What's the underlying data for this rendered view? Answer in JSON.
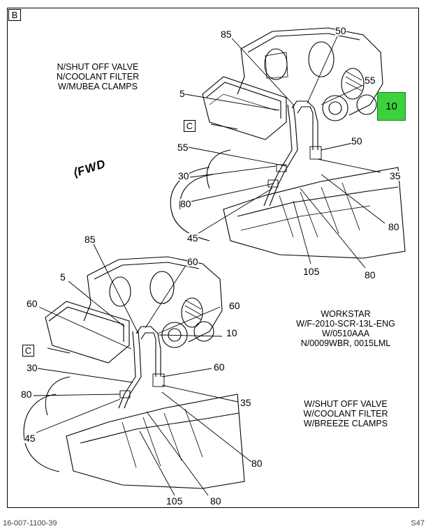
{
  "section_label": "B",
  "notes": {
    "top": [
      "N/SHUT OFF VALVE",
      "N/COOLANT FILTER",
      "W/MUBEA CLAMPS"
    ],
    "workstar": [
      "WORKSTAR",
      "W/F-2010-SCR-13L-ENG",
      "W/0510AAA",
      "N/0009WBR, 0015LML"
    ],
    "bottom": [
      "W/SHUT OFF VALVE",
      "W/COOLANT FILTER",
      "W/BREEZE CLAMPS"
    ]
  },
  "direction_label": "FWD",
  "view_ref": "C",
  "highlighted_callout": "10",
  "callouts_top": {
    "c85": "85",
    "c50a": "50",
    "c55a": "55",
    "c5": "5",
    "c50b": "50",
    "c55b": "55",
    "c30": "30",
    "c35": "35",
    "c80a": "80",
    "c80b": "80",
    "c45": "45",
    "c105": "105",
    "c80c": "80"
  },
  "callouts_bottom": {
    "c85": "85",
    "c60a": "60",
    "c5": "5",
    "c60b": "60",
    "c60c": "60",
    "c10": "10",
    "c30": "30",
    "c60d": "60",
    "c80a": "80",
    "c35": "35",
    "c45": "45",
    "c80b": "80",
    "c105": "105",
    "c80c": "80"
  },
  "footer": {
    "left": "16-007-1100-39",
    "right": "S47"
  }
}
